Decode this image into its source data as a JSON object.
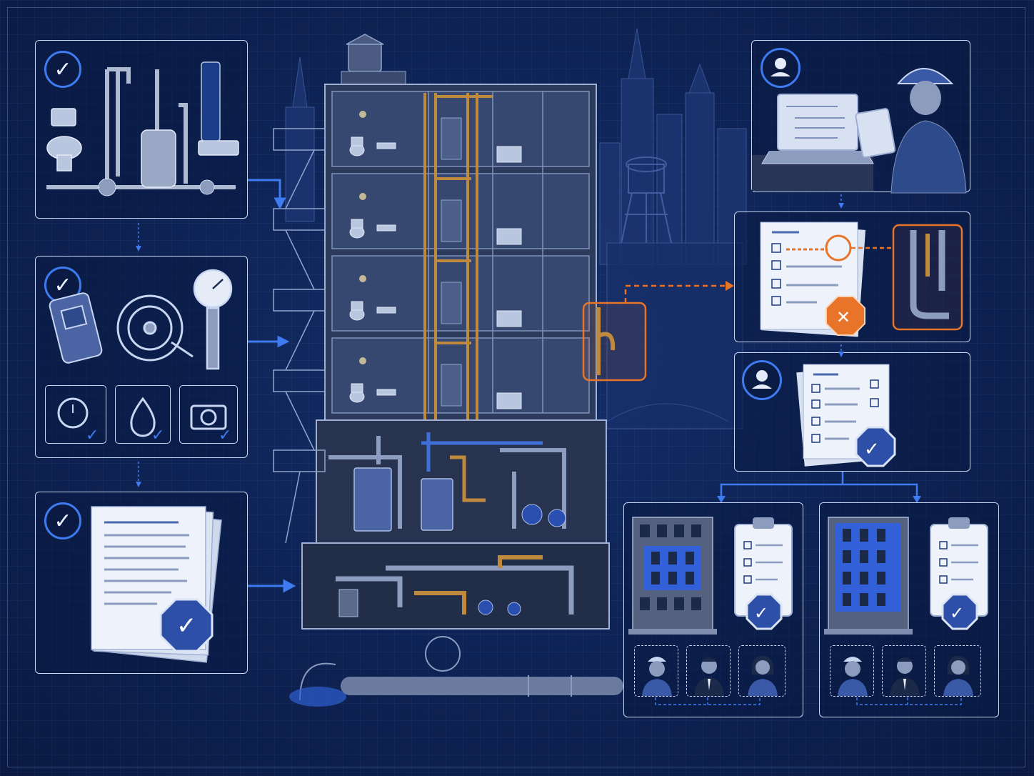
{
  "colors": {
    "background": "#0f2457",
    "panel_border": "#c9d6f2",
    "accent_blue": "#3f7bf0",
    "accent_orange": "#e8742a",
    "pipe_copper": "#c08a3e",
    "building": "#3a4a6e"
  },
  "left_column": [
    {
      "name": "fixtures-panel",
      "icons": [
        "check-icon",
        "toilet-icon",
        "pipes-icon",
        "water-heater-icon",
        "sink-icon",
        "water-column-icon"
      ]
    },
    {
      "name": "testing-tools-panel",
      "icons": [
        "check-icon",
        "pressure-tester-icon",
        "drain-camera-reel-icon",
        "pressure-gauge-icon",
        "timer-icon",
        "water-drop-icon",
        "camera-icon"
      ]
    },
    {
      "name": "documentation-panel",
      "icons": [
        "check-icon",
        "document-stack-icon",
        "approved-seal-icon"
      ]
    }
  ],
  "right_column": [
    {
      "name": "inspector-panel",
      "icons": [
        "user-icon",
        "inspector-icon",
        "laptop-icon",
        "tablet-icon"
      ]
    },
    {
      "name": "failed-checklist-panel",
      "icons": [
        "checklist-icon",
        "reject-icon",
        "pipe-detail-icon"
      ]
    },
    {
      "name": "approved-checklist-panel",
      "icons": [
        "user-icon",
        "checklist-icon",
        "approved-seal-icon"
      ]
    },
    {
      "name": "building-approval-a-panel",
      "icons": [
        "building-icon",
        "clipboard-icon",
        "approved-seal-icon",
        "worker-avatar-icon",
        "manager-avatar-icon",
        "resident-avatar-icon"
      ]
    },
    {
      "name": "building-approval-b-panel",
      "icons": [
        "building-icon",
        "clipboard-icon",
        "approved-seal-icon",
        "worker-avatar-icon",
        "manager-avatar-icon",
        "resident-avatar-icon"
      ]
    }
  ]
}
